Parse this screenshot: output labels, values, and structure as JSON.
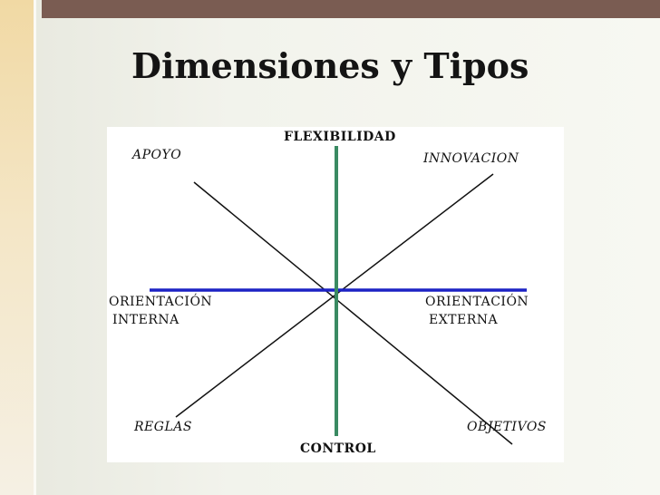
{
  "slide": {
    "title": "Dimensiones y Tipos"
  },
  "diagram": {
    "top_axis_label": "FLEXIBILIDAD",
    "bottom_axis_label": "CONTROL",
    "left_axis_label_line1": "ORIENTACIÓN",
    "left_axis_label_line2": "INTERNA",
    "right_axis_label_line1": "ORIENTACIÓN",
    "right_axis_label_line2": "EXTERNA",
    "quadrants": {
      "top_left": "APOYO",
      "top_right": "INNOVACION",
      "bottom_left": "REGLAS",
      "bottom_right": "OBJETIVOS"
    },
    "colors": {
      "vertical_axis": "#3a8a62",
      "horizontal_axis": "#1c22c4",
      "diagonals": "#111111",
      "top_bar": "#7a5c52"
    }
  }
}
